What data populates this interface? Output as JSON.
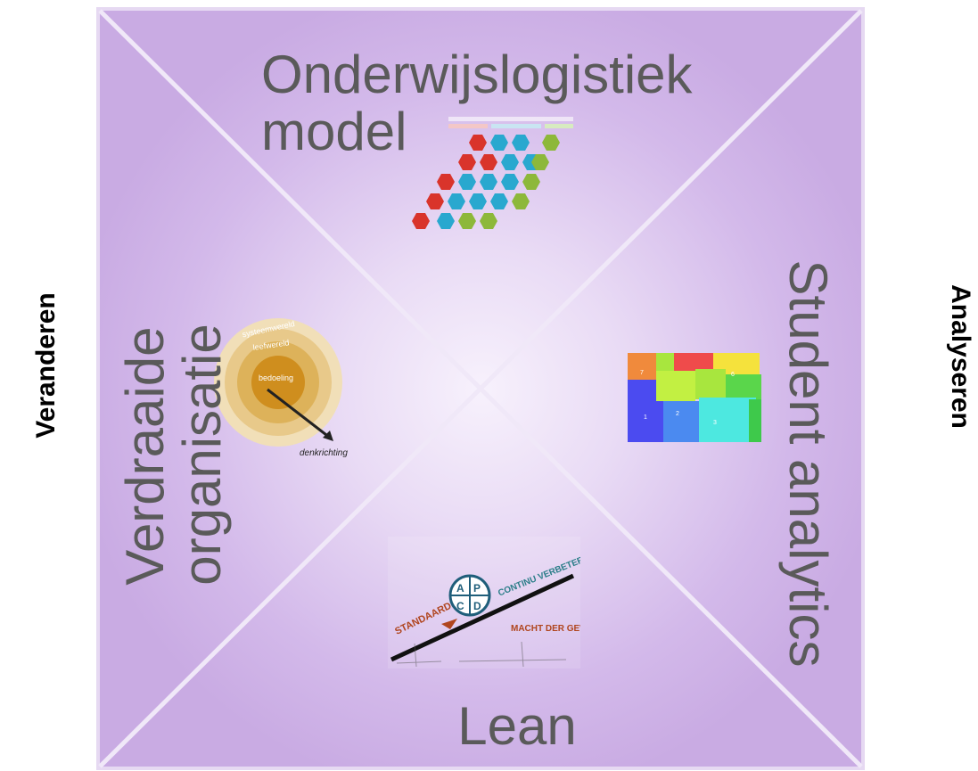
{
  "side_labels": {
    "left": "Veranderen",
    "right": "Analyseren"
  },
  "quadrants": {
    "top": {
      "title_line1": "Onderwijslogistiek",
      "title_line2": "model"
    },
    "right": {
      "title": "Student analytics"
    },
    "bottom": {
      "title": "Lean"
    },
    "left": {
      "title_line1": "Verdraaide",
      "title_line2": "organisatie"
    }
  },
  "thumbnails": {
    "circle_label_outer": "systeemwereld",
    "circle_label_middle": "leefwereld",
    "circle_label_inner": "bedoeling",
    "circle_arrow_label": "denkrichting",
    "lean_word_1": "STANDAARDISATIE",
    "lean_word_2": "CONTINU VERBETEREN",
    "lean_word_3": "MACHT DER GEWOONTE",
    "pdca": [
      "A",
      "P",
      "C",
      "D"
    ]
  },
  "colors": {
    "square_fill": "#cdb0e6",
    "center_glow": "#f6f0fb",
    "diagonal_line": "#ece2f5",
    "title_text": "#5a5a5a"
  }
}
